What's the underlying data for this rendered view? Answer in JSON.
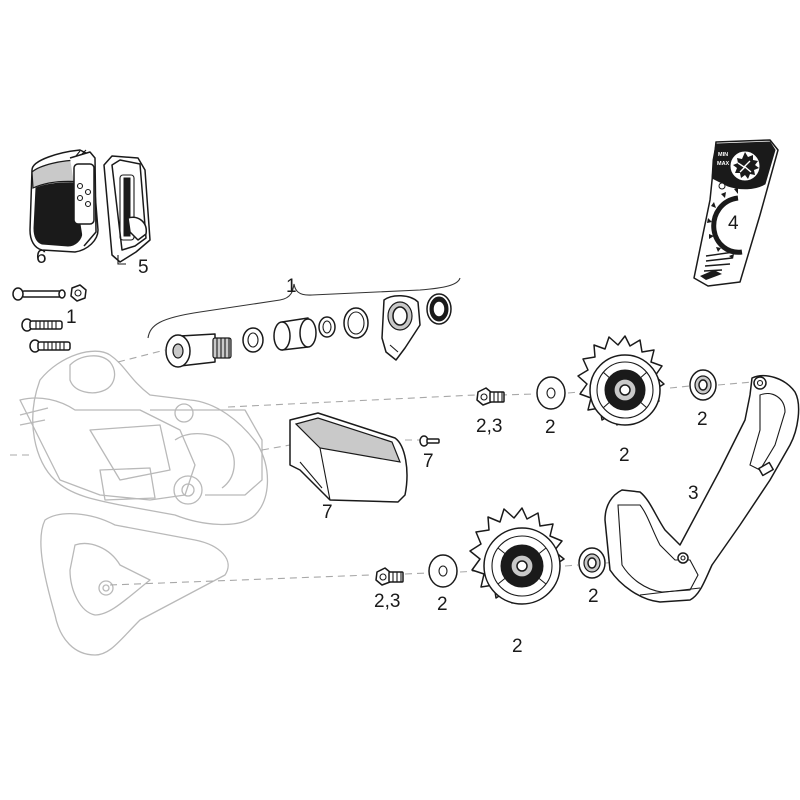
{
  "callouts": {
    "c6": "6",
    "c5": "5",
    "c4": "4",
    "c1_bolts": "1",
    "c1_group": "1",
    "c23_top": "2,3",
    "c2_washer_top": "2",
    "c2_pulley_top": "2",
    "c2_spacer_top": "2",
    "c3_cage": "3",
    "c7_screw": "7",
    "c7_guard": "7",
    "c23_bottom": "2,3",
    "c2_washer_bottom": "2",
    "c2_spacer_bottom": "2",
    "c2_pulley_bottom": "2"
  },
  "sticker": {
    "lines": [
      "MIN",
      "MAX"
    ]
  },
  "colors": {
    "ink": "#1a1a1a",
    "ghost": "#b9b9b9",
    "leader": "#a8a8a8"
  }
}
